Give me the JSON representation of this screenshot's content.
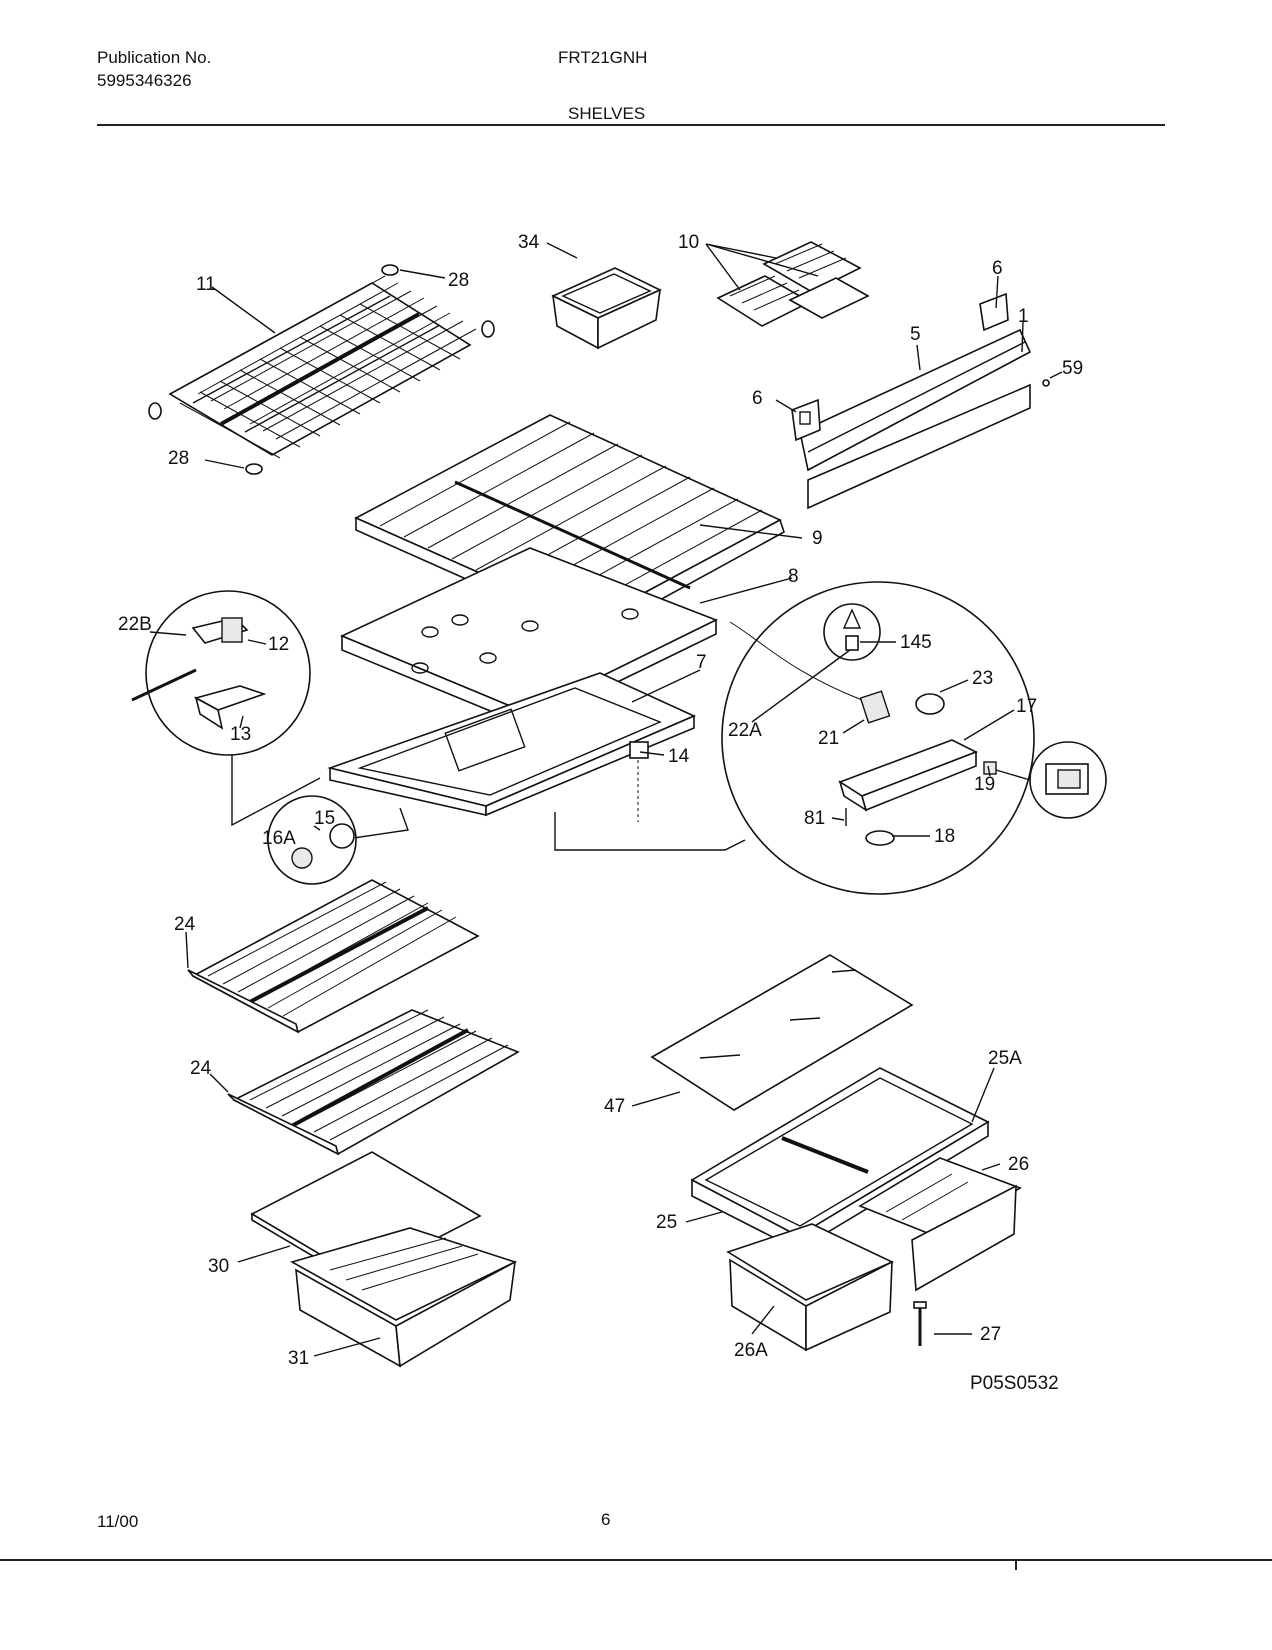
{
  "header": {
    "publication_label": "Publication No.",
    "publication_number": "5995346326",
    "model": "FRT21GNH",
    "section": "SHELVES"
  },
  "footer": {
    "date": "11/00",
    "page": "6"
  },
  "diagram": {
    "figure_code": "P05S0532",
    "callouts": [
      "34",
      "10",
      "6",
      "11",
      "28",
      "5",
      "1",
      "59",
      "6",
      "28",
      "9",
      "8",
      "22B",
      "12",
      "145",
      "7",
      "23",
      "17",
      "22A",
      "21",
      "13",
      "14",
      "15",
      "19",
      "16A",
      "81",
      "18",
      "24",
      "24",
      "47",
      "25A",
      "26",
      "25",
      "30",
      "27",
      "31",
      "26A"
    ]
  }
}
